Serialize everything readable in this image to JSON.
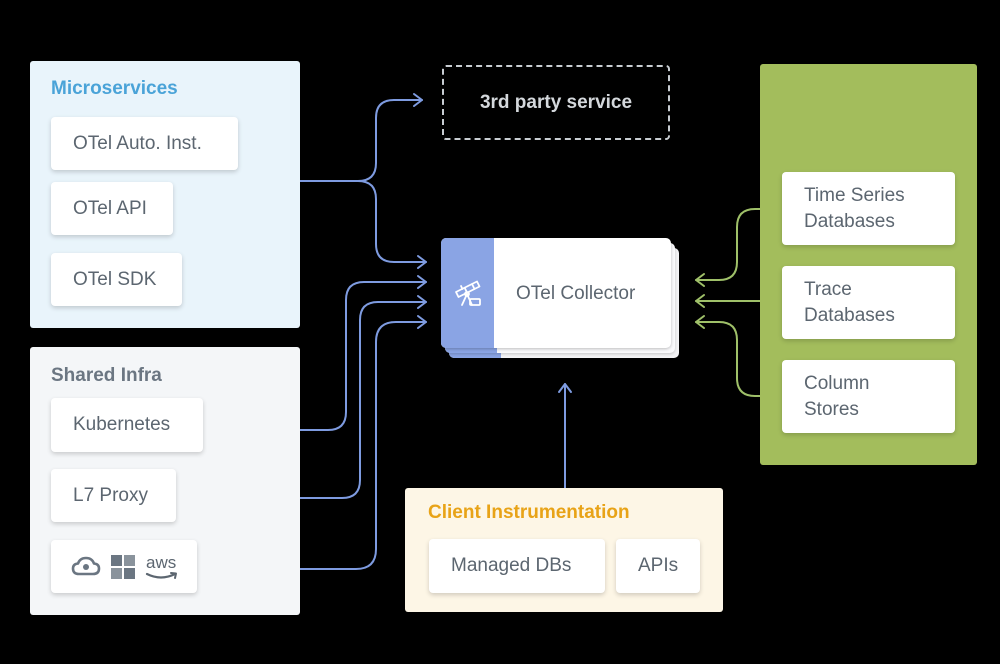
{
  "microservices": {
    "title": "Microservices",
    "items": [
      "OTel Auto. Inst.",
      "OTel API",
      "OTel SDK"
    ]
  },
  "shared_infra": {
    "title": "Shared Infra",
    "items": [
      "Kubernetes",
      "L7 Proxy"
    ],
    "cloud_logos": {
      "aws_label": "aws",
      "icons": [
        "google-cloud-icon",
        "azure-icon",
        "aws-icon"
      ]
    }
  },
  "third_party": {
    "label": "3rd party service"
  },
  "collector": {
    "label": "OTel Collector",
    "icon": "telescope-icon"
  },
  "client_instrumentation": {
    "title": "Client Instrumentation",
    "items": [
      "Managed DBs",
      "APIs"
    ]
  },
  "storage": {
    "title": "",
    "items": [
      {
        "line1": "Time Series",
        "line2": "Databases"
      },
      {
        "line1": "Trace",
        "line2": "Databases"
      },
      {
        "line1": "Column",
        "line2": "Stores"
      }
    ]
  },
  "colors": {
    "background": "#000000",
    "microservices_bg": "#e9f4fb",
    "microservices_title": "#4aa3d8",
    "shared_infra_bg": "#f4f6f8",
    "shared_infra_title": "#6b7682",
    "client_bg": "#fdf6e6",
    "client_title": "#e8a317",
    "storage_bg": "#a3bd5c",
    "wire_blue": "#7e9be0",
    "wire_green": "#9fc069",
    "collector_accent": "#8aa4e4"
  }
}
